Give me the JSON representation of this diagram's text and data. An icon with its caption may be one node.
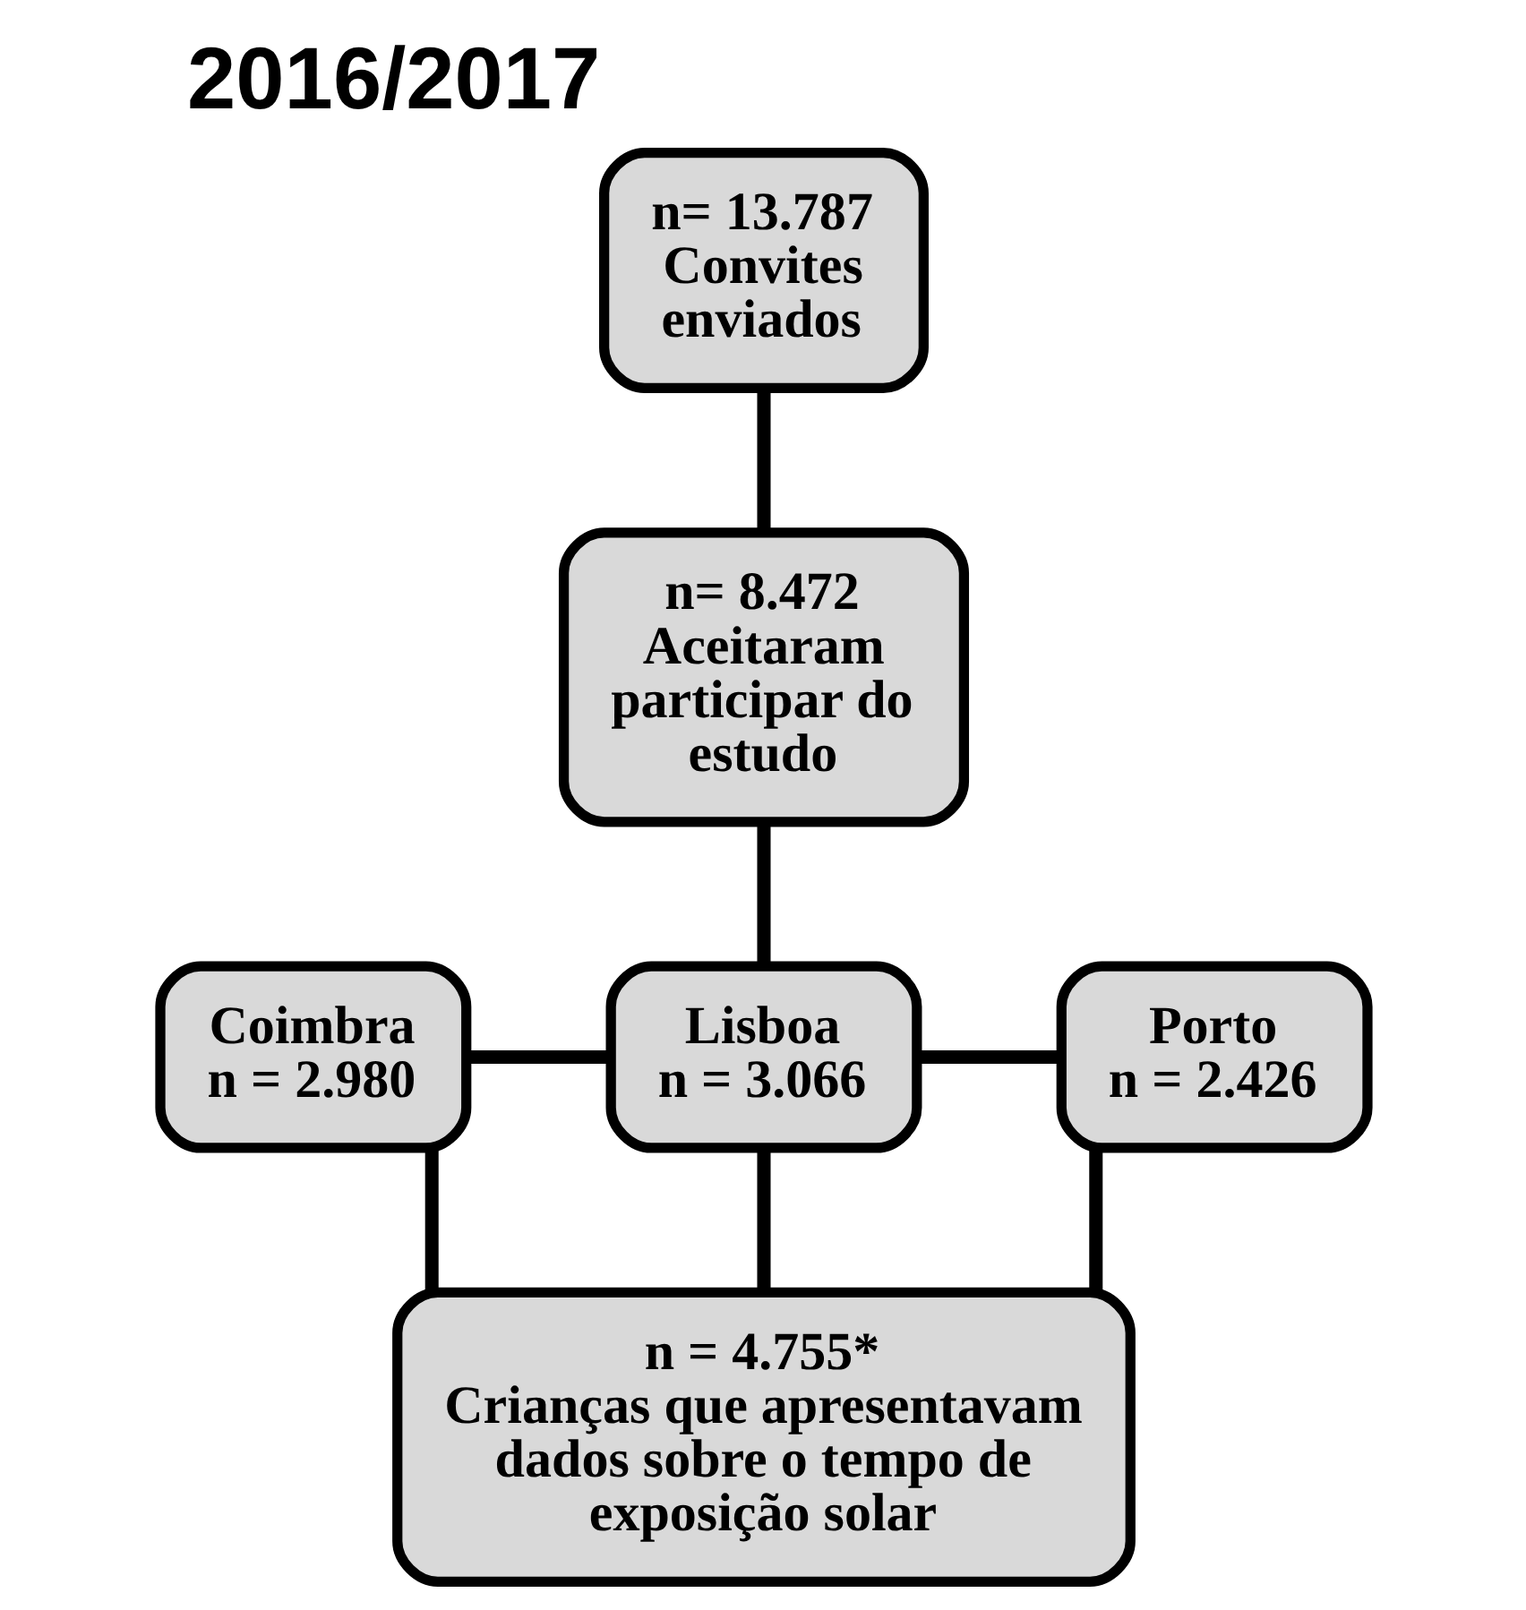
{
  "diagram": {
    "title": "2016/2017",
    "nodes": [
      {
        "text": [
          "n= 13.787",
          "Convites enviados"
        ]
      },
      {
        "text": [
          "n= 8.472",
          "Aceitaram participar do estudo"
        ]
      },
      {
        "text": [
          "Coimbra",
          "n = 2.980"
        ]
      },
      {
        "text": [
          "Lisboa",
          "n = 3.066"
        ]
      },
      {
        "text": [
          "Porto",
          "n = 2.426"
        ]
      },
      {
        "text": [
          "n = 4.755*",
          "Crianças que apresentavam dados sobre o tempo de exposição solar"
        ]
      }
    ],
    "edges": [
      {
        "from": 0,
        "to": 1,
        "arrow": "none"
      },
      {
        "from": 1,
        "to": 3,
        "arrow": "none"
      },
      {
        "from": 2,
        "to": 3,
        "arrow": "none"
      },
      {
        "from": 3,
        "to": 4,
        "arrow": "none"
      },
      {
        "from": 2,
        "to": 5,
        "arrow": "none"
      },
      {
        "from": 3,
        "to": 5,
        "arrow": "none"
      },
      {
        "from": 4,
        "to": 5,
        "arrow": "none"
      }
    ]
  }
}
